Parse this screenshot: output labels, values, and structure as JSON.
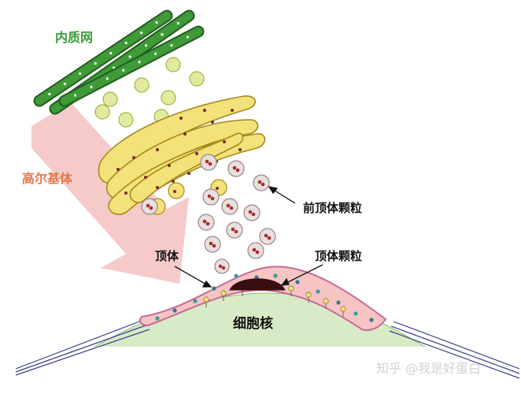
{
  "labels": {
    "er": "内质网",
    "golgi": "高尔基体",
    "proacrosomal_granule": "前顶体颗粒",
    "acrosome": "顶体",
    "acrosomal_granule": "顶体颗粒",
    "nucleus": "细胞核"
  },
  "watermark": "知乎 @我是好蛋白",
  "colors": {
    "er_fill": "#3f9a37",
    "golgi_fill": "#f3e27a",
    "vesicle_fill": "#e3eaa0",
    "granule_fill": "#e6e0e0",
    "granule_dot": "#b02a2a",
    "acrosome_fill": "#f7c4c4",
    "nucleus_fill": "#d8ebc6",
    "arrow_fill": "#f4b8b8",
    "er_label": "#3c9a3a",
    "golgi_label": "#e07a4a",
    "text_dark": "#111111"
  }
}
